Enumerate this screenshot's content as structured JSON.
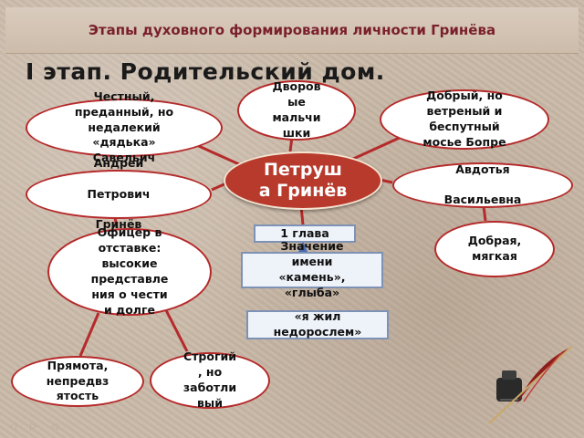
{
  "title": "Этапы духовного формирования личности Гринёва",
  "heading": "I этап. Родительский дом.",
  "center": "Петруш\nа Гринёв",
  "nodes": {
    "savelich": "Честный,\nпреданный, но\nнедалекий\n«дядька»\nСавельич",
    "dvorovye": "Дворов\nые\nмальчи\nшки",
    "bopre": "Добрый, но\nветреный и\nбеспутный\nмосье Бопре",
    "andrey": "Андрей\n\nПетрович\n\nГринёв",
    "avdotya": "Авдотья\n\nВасильевна",
    "officer": "Офицер в\nотставке:\nвысокие\nпредставле\nния о чести\nи  долге",
    "dobraya": "Добрая,\nмягкая",
    "pryamota": "Прямота,\nнепредвз\nятость",
    "strogiy": "Строгий\n, но\nзаботли\nвый"
  },
  "boxes": {
    "glava": "1 глава",
    "znachenie": "Значение\nимени\n«камень»,\n«глыба»",
    "nedorosl": "«я жил\nнедорослем»"
  },
  "colors": {
    "accent": "#b52a2a",
    "center_fill": "#b73a2c",
    "title": "#7a1f2c",
    "box_border": "#7d92b5"
  },
  "icons": [
    "inkwell-quill-icon"
  ],
  "nav_hint": "◁ ▷ ◁"
}
